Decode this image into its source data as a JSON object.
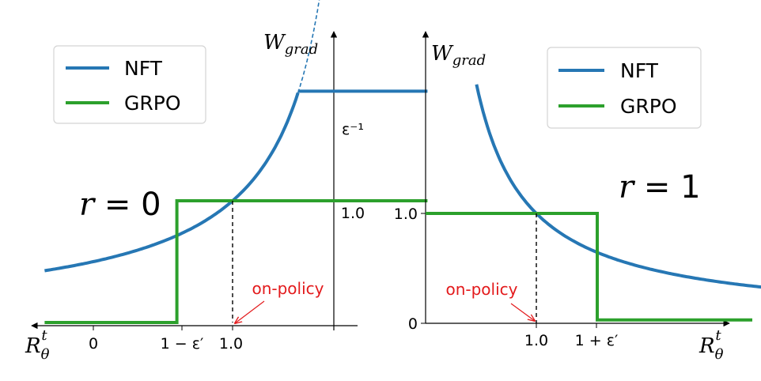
{
  "colors": {
    "nft": "#2677b4",
    "grpo": "#2ca02c",
    "annotation": "#e31a1c"
  },
  "chart_data": [
    {
      "panel": "left",
      "type": "line",
      "x_label_main": "R",
      "x_label_sub": "θ",
      "x_label_sup": "t",
      "y_label_main": "W",
      "y_label_sub": "grad",
      "legend": [
        "NFT",
        "GRPO"
      ],
      "legend_position": "top-left",
      "regime_main": "r",
      "regime_eq": " = 0",
      "x_ticks": [
        "0",
        "1 − ε′",
        "1.0"
      ],
      "y_ticks": [
        "ε⁻¹",
        "1.0"
      ],
      "annotation": "on-policy",
      "xlim": [
        -0.35,
        2.4
      ],
      "ylim": [
        -0.05,
        2.95
      ],
      "epsilon_prime": 0.4,
      "nft_cap": 1.9,
      "grpo": {
        "x": [
          -0.35,
          0.6,
          0.6,
          2.4
        ],
        "y": [
          0,
          0,
          1,
          1
        ]
      },
      "nft_formula": "1/(2-x)",
      "nft_range": [
        -0.35,
        1.47
      ],
      "nft_dashed_range": [
        1.47,
        1.67
      ],
      "nft_cap_range": [
        1.47,
        2.4
      ]
    },
    {
      "panel": "right",
      "type": "line",
      "x_label_main": "R",
      "x_label_sub": "θ",
      "x_label_sup": "t",
      "y_label_main": "W",
      "y_label_sub": "grad",
      "legend": [
        "NFT",
        "GRPO"
      ],
      "legend_position": "top-right",
      "regime_main": "r",
      "regime_eq": " = 1",
      "x_ticks": [
        "1.0",
        "1 + ε′"
      ],
      "y_ticks": [
        "1.0",
        "0"
      ],
      "annotation": "on-policy",
      "xlim": [
        0,
        3.2
      ],
      "ylim": [
        0,
        3.5
      ],
      "epsilon_prime": 0.6,
      "grpo": {
        "x": [
          0,
          1.6,
          1.6,
          3.2
        ],
        "y": [
          1,
          1,
          0,
          0
        ]
      },
      "nft_formula": "1/x",
      "nft_range": [
        0.5,
        3.2
      ]
    }
  ]
}
